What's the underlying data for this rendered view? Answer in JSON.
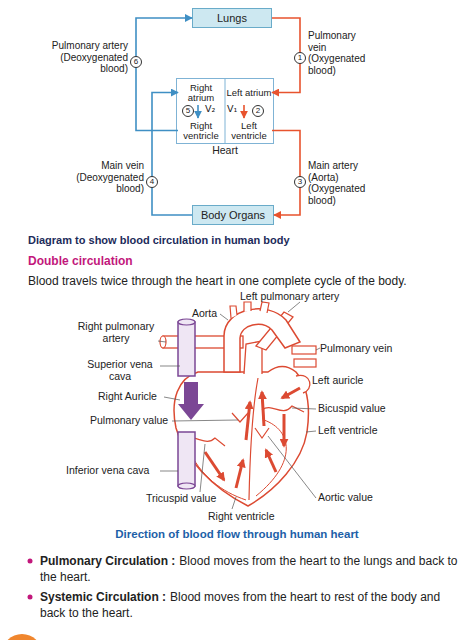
{
  "diagram": {
    "caption": "Diagram to show blood circulation in human body",
    "nodes": [
      {
        "text": [
          "Lungs"
        ]
      },
      {
        "text": [
          "Heart"
        ]
      },
      {
        "text": [
          "Right atrium"
        ],
        "in": 1
      },
      {
        "text": [
          "Left atrium"
        ],
        "in": 1
      },
      {
        "text": [
          "Right ventricle"
        ],
        "in": 1
      },
      {
        "text": [
          "Left ventricle"
        ],
        "in": 1
      },
      {
        "text": [
          "Body Organs"
        ]
      }
    ],
    "edges": [
      {
        "from": 0,
        "to": 3,
        "arrow": "to",
        "label": "Pulmonary vein (Oxygenated blood)"
      },
      {
        "from": 3,
        "to": 5,
        "arrow": "to",
        "label": "V₁"
      },
      {
        "from": 5,
        "to": 6,
        "arrow": "to",
        "label": "Main artery (Aorta) (Oxygenated blood)"
      },
      {
        "from": 6,
        "to": 2,
        "arrow": "to",
        "label": "Main vein (Deoxygenated blood)"
      },
      {
        "from": 2,
        "to": 4,
        "arrow": "to",
        "label": "V₂"
      },
      {
        "from": 4,
        "to": 0,
        "arrow": "to",
        "label": "Pulmonary artery (Deoxygenated blood)"
      }
    ],
    "labels": [
      "1",
      "2",
      "3",
      "4",
      "5",
      "6",
      "Double circulation",
      "Blood travels twice through the heart in one complete cycle of the body.",
      "Aorta",
      "Left pulmonary artery",
      "Right pulmonary artery",
      "Pulmonary vein",
      "Superior vena cava",
      "Left auricle",
      "Right Auricle",
      "Bicuspid value",
      "Pulmonary value",
      "Left ventricle",
      "Inferior vena cava",
      "Aortic value",
      "Tricuspid value",
      "Right ventricle",
      "Direction of blood flow through human heart",
      "Pulmonary Circulation :",
      "Blood moves from the heart to the lungs and back to the heart.",
      "Systemic Circulation :",
      "Blood moves from the heart to rest of the body and back to the heart."
    ]
  }
}
